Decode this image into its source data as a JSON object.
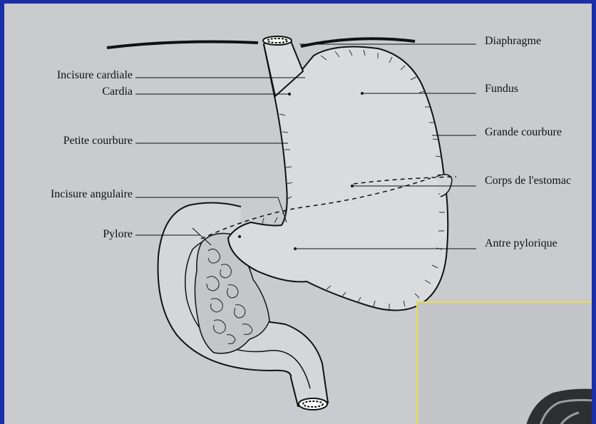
{
  "colors": {
    "frame_border": "#1a2fa8",
    "slide_background": "#c9cbcf",
    "inset_border": "#e8dc4a"
  },
  "labels": {
    "incisure_cardiale": "Incisure cardiale",
    "cardia": "Cardia",
    "petite_courbure": "Petite courbure",
    "incisure_angulaire": "Incisure angulaire",
    "pylore": "Pylore",
    "diaphragme": "Diaphragme",
    "fundus": "Fundus",
    "grande_courbure": "Grande courbure",
    "corps_estomac": "Corps de l'estomac",
    "antre_pylorique": "Antre pylorique"
  }
}
